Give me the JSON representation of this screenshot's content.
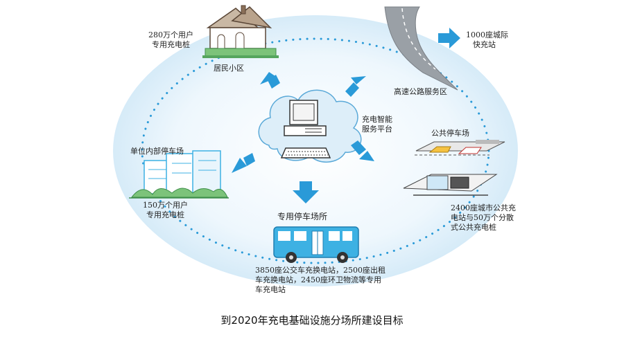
{
  "labels": {
    "residential_users": [
      "280万个用户",
      "专用充电桩"
    ],
    "residential_area": "居民小区",
    "intercity": [
      "1000座城际",
      "快充站"
    ],
    "highway": "高速公路服务区",
    "platform": [
      "充电智能",
      "服务平台"
    ],
    "public_parking": "公共停车场",
    "unit_parking": "单位内部停车场",
    "unit_users": [
      "150万个用户",
      "专用充电桩"
    ],
    "dedicated_parking": "专用停车场所",
    "city_public": [
      "2400座城市公共充",
      "电站与50万个分散",
      "式公共充电桩"
    ],
    "bus_stations": [
      "3850座公交车充换电站，2500座出租",
      "车充换电站，2450座环卫物流等专用",
      "车充电站"
    ]
  },
  "caption": "到2020年充电基础设施分场所建设目标",
  "colors": {
    "arrow": "#2a9ad8",
    "dots": "#2a9ad8",
    "bus": "#3db1e3",
    "glow": "#d8ecf8"
  }
}
